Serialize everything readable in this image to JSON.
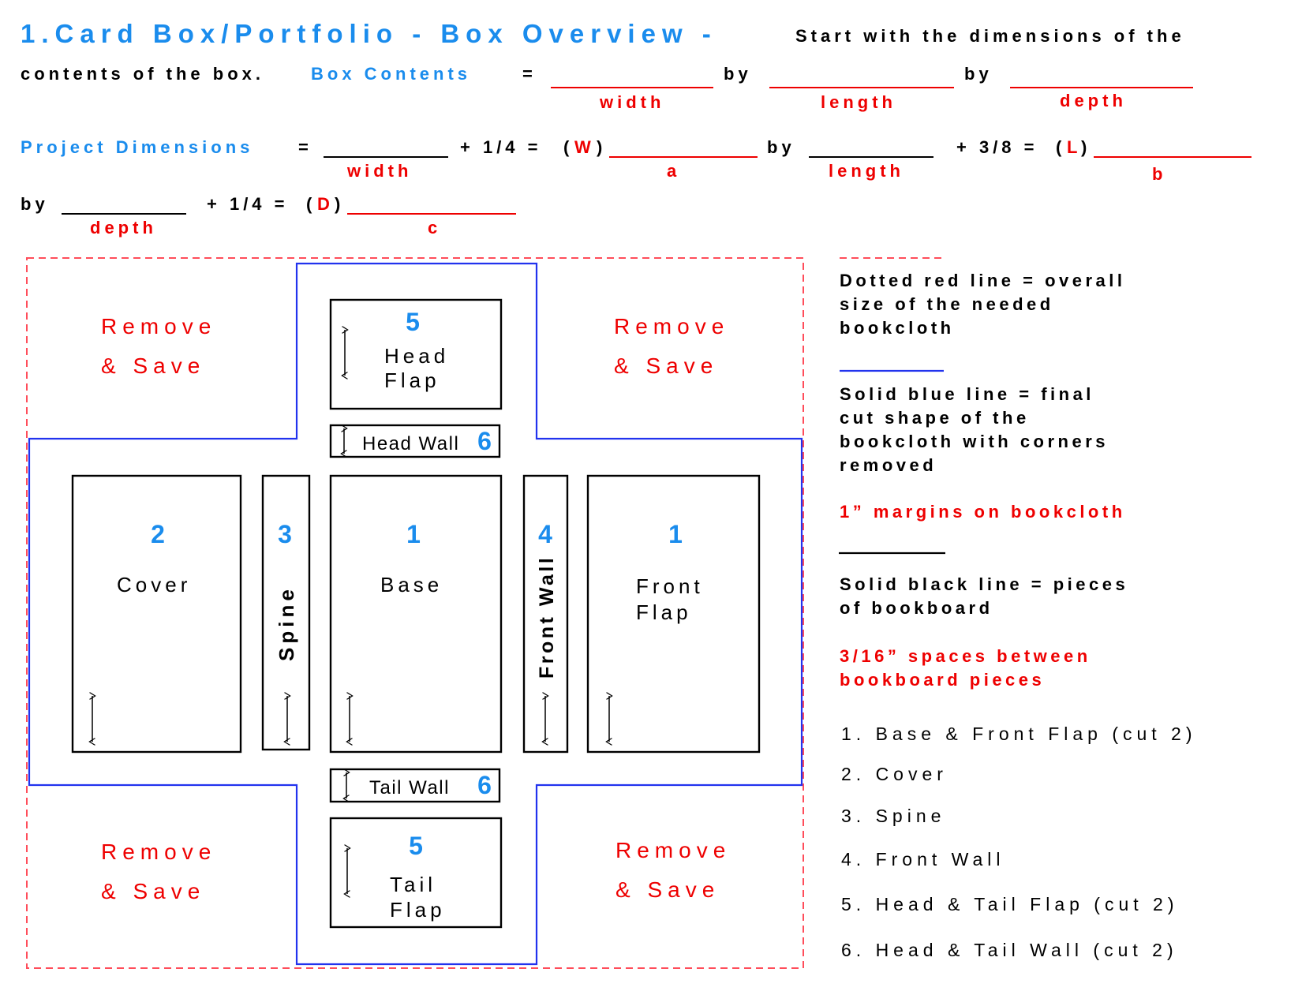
{
  "header": {
    "title": "1.Card Box/Portfolio - Box Overview -",
    "intro_part1": "Start with the dimensions of the",
    "intro_part2": "contents of the box.",
    "box_contents_label": "Box Contents",
    "equals": "=",
    "by": "by",
    "box_contents_fields": [
      "width",
      "length",
      "depth"
    ]
  },
  "project": {
    "label": "Project Dimensions",
    "equals": "=",
    "by": "by",
    "rows": [
      {
        "field": "width",
        "addend": "+ 1/4 =",
        "open": "(",
        "letter": "W",
        "close": ")",
        "result_label": "a"
      },
      {
        "field": "length",
        "addend": "+ 3/8 =",
        "open": "(",
        "letter": "L",
        "close": ")",
        "result_label": "b"
      },
      {
        "field": "depth",
        "addend": "+ 1/4 =",
        "open": "(",
        "letter": "D",
        "close": ")",
        "result_label": "c"
      }
    ]
  },
  "diagram": {
    "corners": [
      {
        "line1": "Remove",
        "line2": "& Save"
      },
      {
        "line1": "Remove",
        "line2": "& Save"
      },
      {
        "line1": "Remove",
        "line2": "& Save"
      },
      {
        "line1": "Remove",
        "line2": "& Save"
      }
    ],
    "pieces": {
      "head_flap": {
        "number": "5",
        "line1": "Head",
        "line2": "Flap"
      },
      "head_wall": {
        "number": "6",
        "label": "Head Wall"
      },
      "cover": {
        "number": "2",
        "label": "Cover"
      },
      "spine": {
        "number": "3",
        "label": "Spine"
      },
      "base": {
        "number": "1",
        "label": "Base"
      },
      "front_wall": {
        "number": "4",
        "label": "Front Wall"
      },
      "front_flap": {
        "number": "1",
        "line1": "Front",
        "line2": "Flap"
      },
      "tail_wall": {
        "number": "6",
        "label": "Tail Wall"
      },
      "tail_flap": {
        "number": "5",
        "line1": "Tail",
        "line2": "Flap"
      }
    },
    "colors": {
      "bookcloth_outline": "#ff4d5a",
      "cut_shape": "#2233ee",
      "bookboard": "#000000",
      "numbers": "#1a8ced",
      "remove_text": "#ee0000"
    }
  },
  "legend": {
    "dotted_red": [
      "Dotted red line = overall",
      "size of the needed",
      "bookcloth"
    ],
    "solid_blue": [
      "Solid blue line = final",
      "cut shape of the",
      "bookcloth with corners",
      "removed"
    ],
    "margins": "1” margins on bookcloth",
    "solid_black": [
      "Solid black line = pieces",
      "of bookboard"
    ],
    "spaces": [
      "3/16” spaces between",
      "bookboard pieces"
    ]
  },
  "parts_list": [
    "1. Base & Front Flap (cut 2)",
    "2. Cover",
    "3. Spine",
    "4. Front Wall",
    "5. Head & Tail Flap (cut 2)",
    "6. Head & Tail Wall (cut 2)"
  ]
}
